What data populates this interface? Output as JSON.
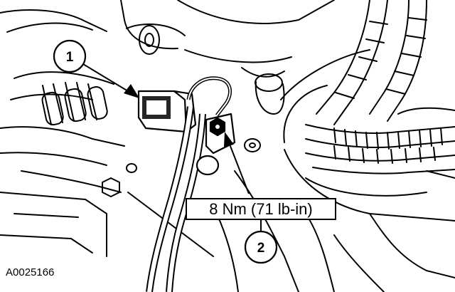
{
  "callouts": [
    {
      "number": "1"
    },
    {
      "number": "2"
    }
  ],
  "torque_spec": "8 Nm (71 lb-in)",
  "figure_id": "A0025166"
}
